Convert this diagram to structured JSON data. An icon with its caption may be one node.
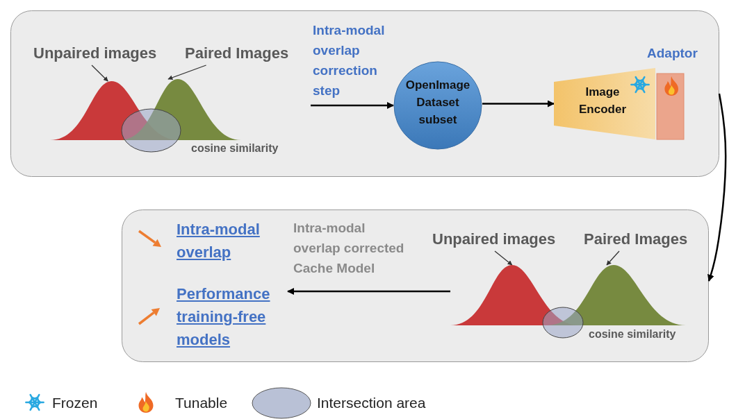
{
  "diagram": {
    "nodes": [
      {
        "text": [],
        "shape": "box"
      },
      {
        "text": [
          "Unpaired images"
        ],
        "in": 0
      },
      {
        "text": [
          "Paired Images"
        ],
        "in": 0
      },
      {
        "text": [],
        "shape": "curve",
        "in": 0
      },
      {
        "text": [],
        "shape": "curve",
        "in": 0
      },
      {
        "text": [],
        "shape": "ellipse",
        "in": 0
      },
      {
        "text": [
          "OpenImage Dataset subset"
        ],
        "in": 0
      },
      {
        "text": [
          "Image Encoder"
        ],
        "in": 0
      },
      {
        "text": [
          "Adaptor"
        ],
        "in": 0
      },
      {
        "text": [],
        "shape": "box"
      },
      {
        "text": [
          "Intra-modal overlap"
        ],
        "in": 9
      },
      {
        "text": [
          "Performance training-free models"
        ],
        "in": 9
      },
      {
        "text": [
          "Unpaired images"
        ],
        "in": 9
      },
      {
        "text": [
          "Paired Images"
        ],
        "in": 9
      },
      {
        "text": [],
        "shape": "curve",
        "in": 9
      },
      {
        "text": [],
        "shape": "curve",
        "in": 9
      },
      {
        "text": [],
        "shape": "ellipse",
        "in": 9
      }
    ],
    "edges": [
      {
        "from": 1,
        "to": 3,
        "arrow": "to"
      },
      {
        "from": 2,
        "to": 4,
        "arrow": "to"
      },
      {
        "from": null,
        "to": 6,
        "arrow": "to",
        "label": "Intra-modal overlap correction step"
      },
      {
        "from": 6,
        "to": 7,
        "arrow": "to"
      },
      {
        "from": 0,
        "to": 9,
        "arrow": "to"
      },
      {
        "from": 12,
        "to": 14,
        "arrow": "to"
      },
      {
        "from": 13,
        "to": 15,
        "arrow": "to"
      },
      {
        "from": 14,
        "to": 11,
        "arrow": "to"
      }
    ],
    "labels": [
      "cosine similarity",
      "Intra-modal overlap corrected Cache Model",
      "cosine similarity"
    ],
    "legend": [
      {
        "text": "Frozen"
      },
      {
        "text": "Tunable"
      },
      {
        "text": "Intersection area"
      }
    ]
  }
}
